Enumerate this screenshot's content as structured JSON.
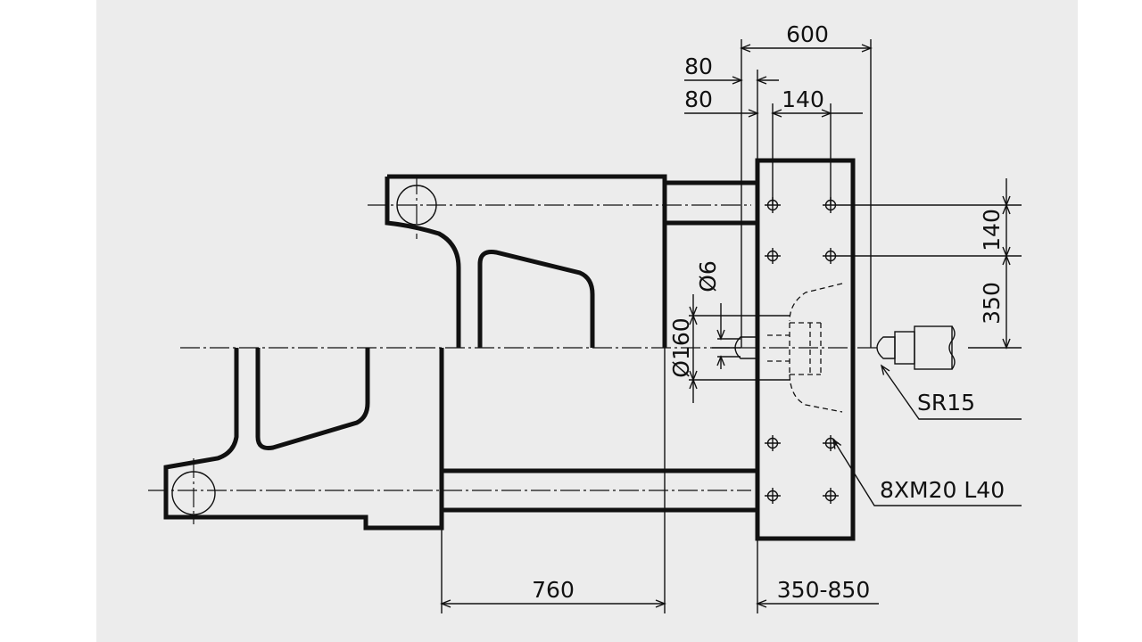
{
  "drawing": {
    "dimensions": {
      "width_600": "600",
      "offset_80_top": "80",
      "offset_80_bottom": "80",
      "pitch_140_h": "140",
      "pitch_140_v": "140",
      "offset_350": "350",
      "dia_6": "Ø6",
      "dia_160": "Ø160",
      "length_760": "760",
      "range_350_850": "350-850"
    },
    "callouts": {
      "sphere_radius": "SR15",
      "bolt_holes": "8XM20 L40"
    }
  }
}
